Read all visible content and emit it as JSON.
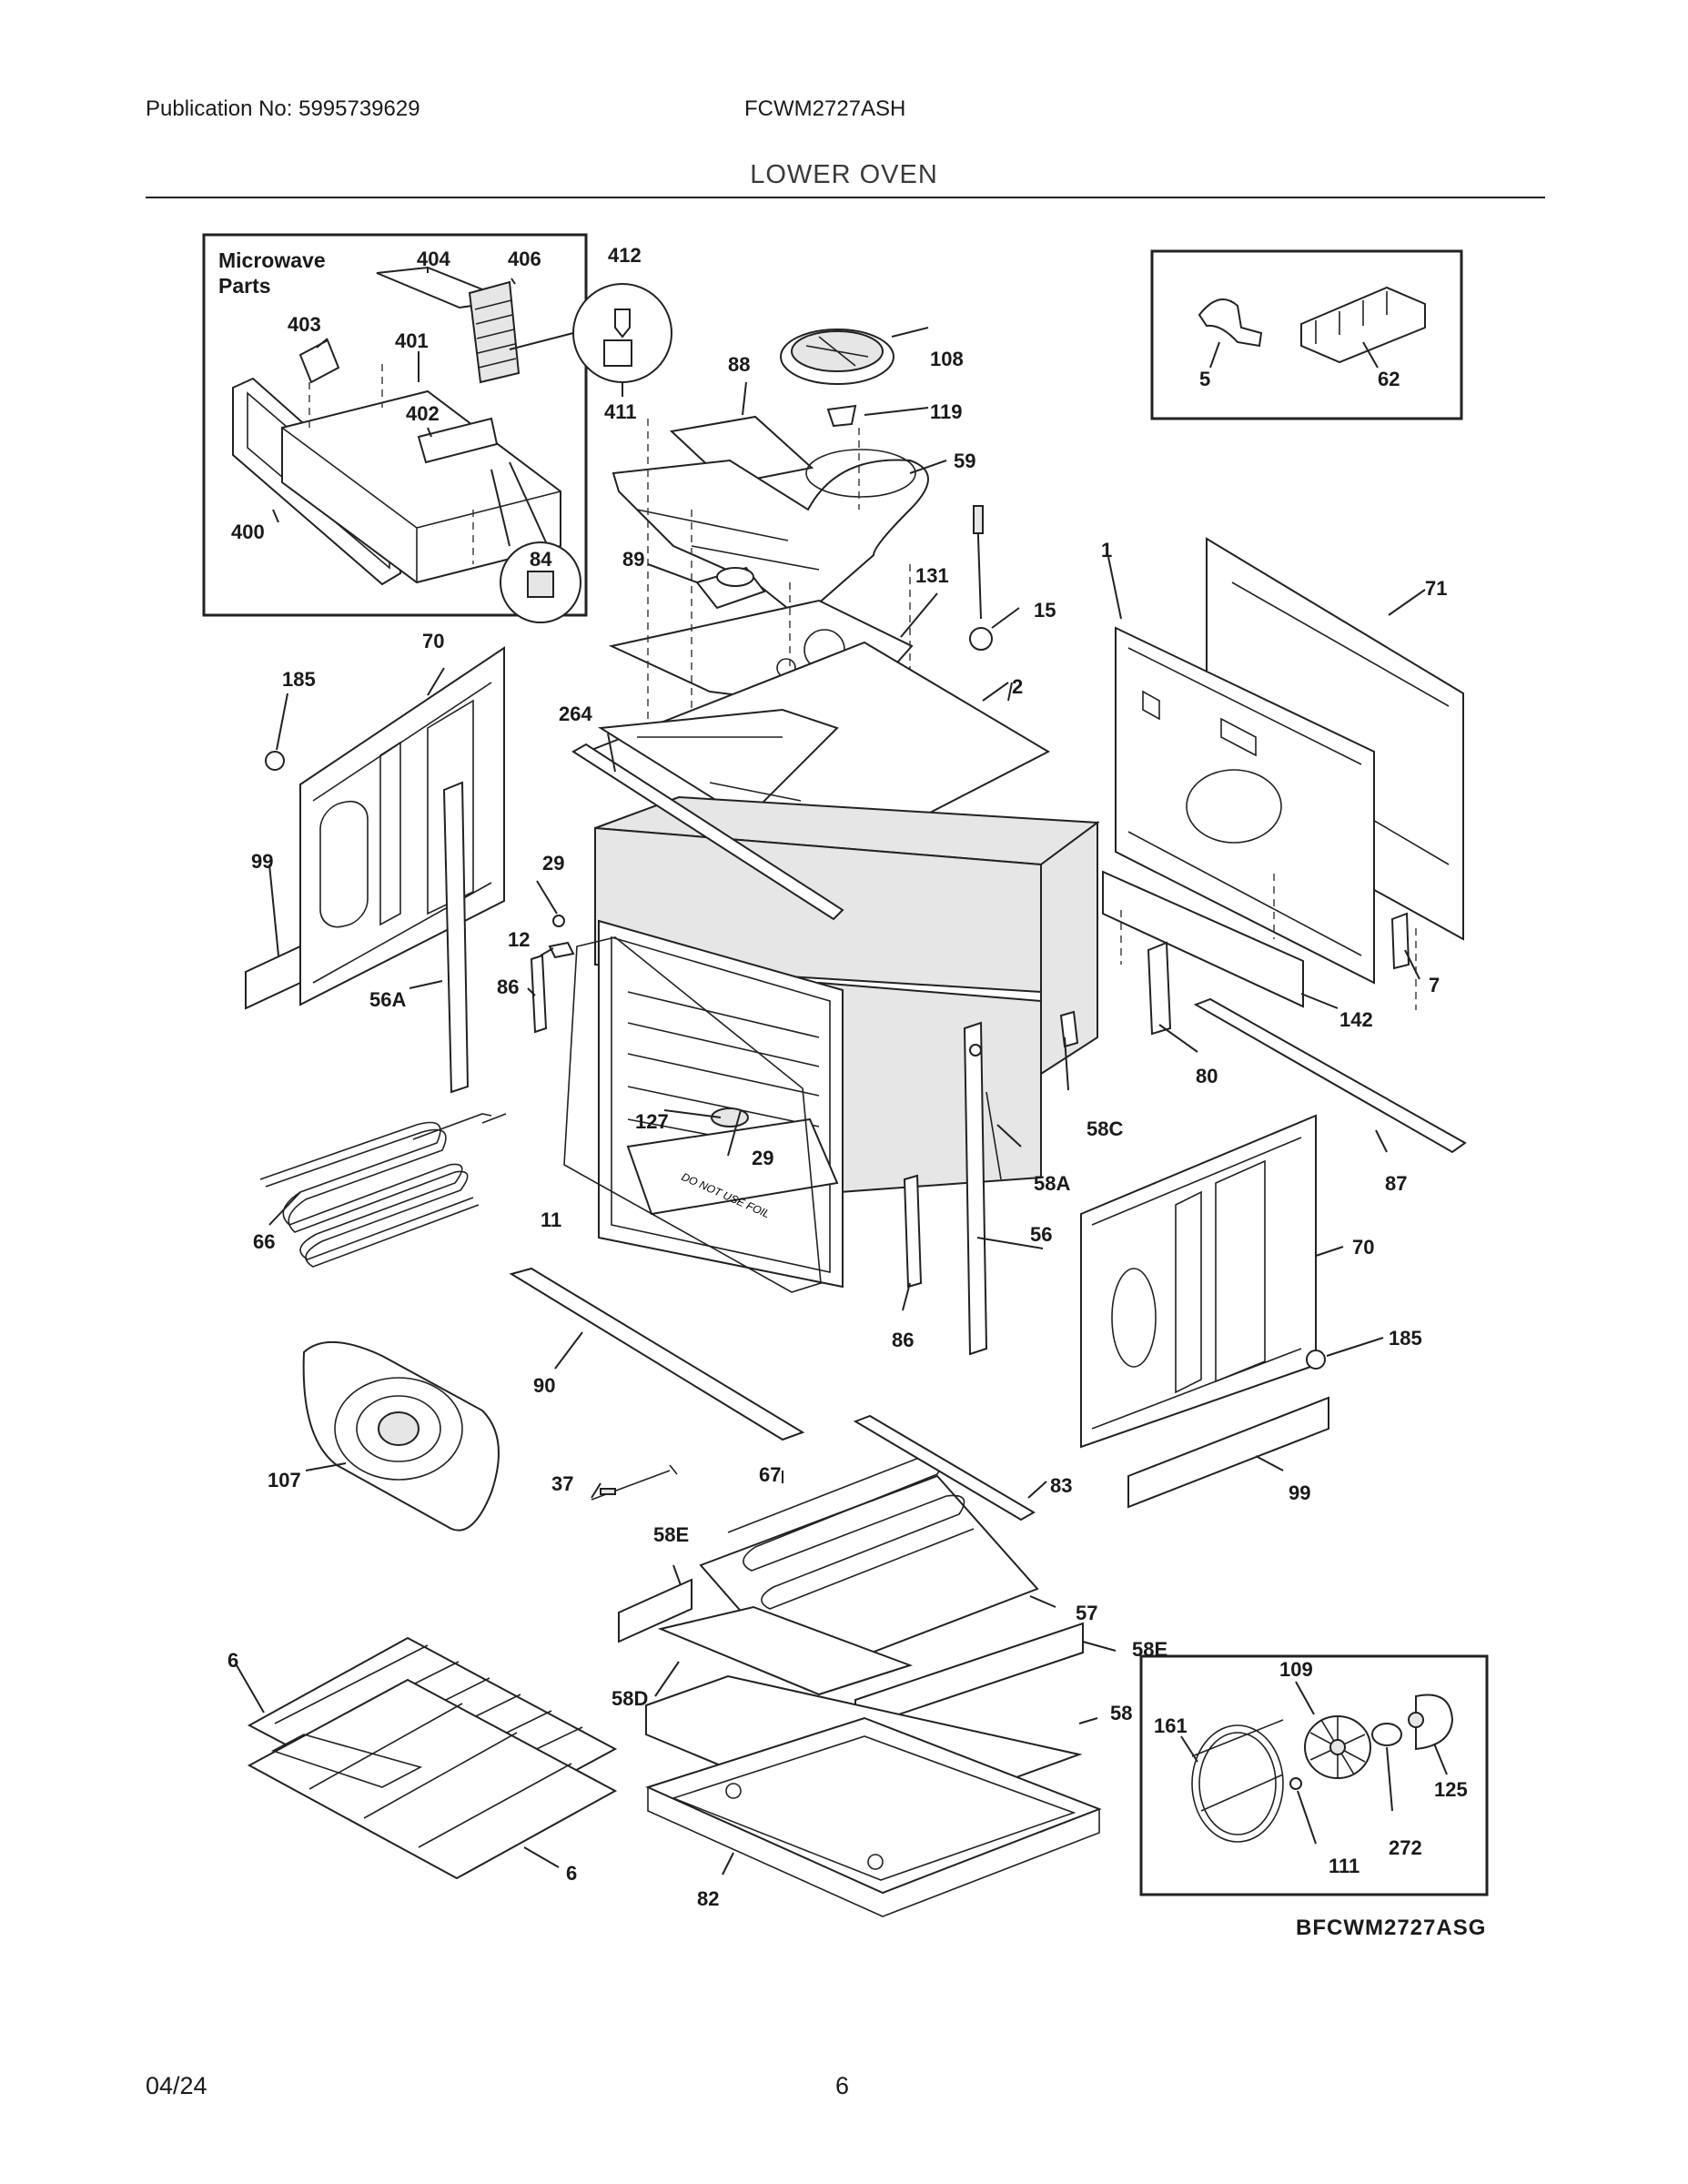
{
  "header": {
    "publication": "Publication No: 5995739629",
    "model": "FCWM2727ASH",
    "section": "LOWER OVEN"
  },
  "inset_microwave": {
    "title_line1": "Microwave",
    "title_line2": "Parts",
    "callouts": [
      "404",
      "406",
      "412",
      "403",
      "401",
      "402",
      "411",
      "400",
      "84"
    ]
  },
  "inset_clips": {
    "callouts": [
      "5",
      "62"
    ]
  },
  "inset_fan": {
    "callouts": [
      "109",
      "161",
      "125",
      "272",
      "111"
    ]
  },
  "callouts": {
    "c88": "88",
    "c108": "108",
    "c119": "119",
    "c59": "59",
    "c89": "89",
    "c131": "131",
    "c15": "15",
    "c1": "1",
    "c71": "71",
    "c2": "2",
    "c70a": "70",
    "c185a": "185",
    "c264": "264",
    "c99a": "99",
    "c29a": "29",
    "c12": "12",
    "c86a": "86",
    "c56A": "56A",
    "c7": "7",
    "c142": "142",
    "c80": "80",
    "c58C": "58C",
    "c127": "127",
    "c29b": "29",
    "c58A": "58A",
    "c87": "87",
    "c66": "66",
    "c11": "11",
    "c56": "56",
    "c70b": "70",
    "c86b": "86",
    "c185b": "185",
    "c90": "90",
    "c107": "107",
    "c37": "37",
    "c67": "67",
    "c83": "83",
    "c99b": "99",
    "c58E_a": "58E",
    "c57": "57",
    "c58E_b": "58E",
    "c6a": "6",
    "c58D": "58D",
    "c58": "58",
    "c6b": "6",
    "c82": "82"
  },
  "diagram_code": "BFCWM2727ASG",
  "oven_label": "DO NOT USE FOIL",
  "footer": {
    "date": "04/24",
    "page": "6"
  }
}
